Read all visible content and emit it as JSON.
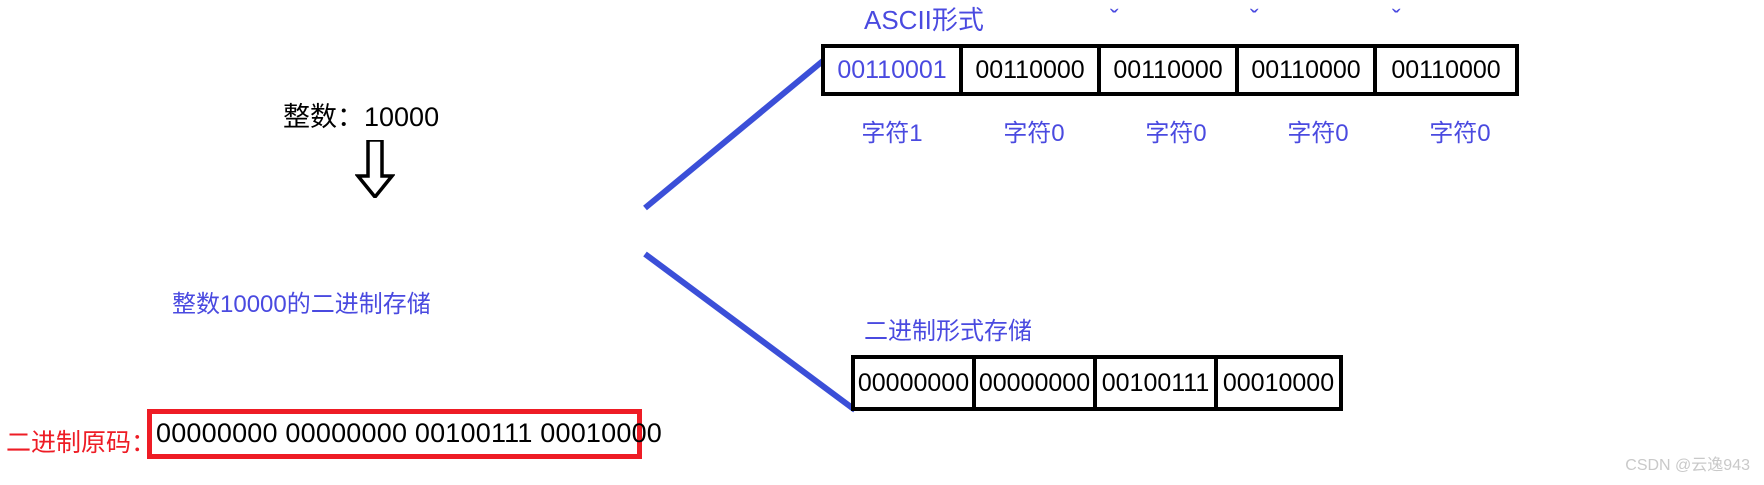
{
  "diagram": {
    "title_int": "整数：10000",
    "binary_label": "二进制原码：",
    "binary_value": "00000000 00000000 00100111 00010000",
    "storage_note": "整数10000的二进制存储",
    "arrow_icon": "down-arrow-icon"
  },
  "ascii_section": {
    "title": "ASCII形式",
    "cells": [
      "00110001",
      "00110000",
      "00110000",
      "00110000",
      "00110000"
    ],
    "captions": [
      "字符1",
      "字符0",
      "字符0",
      "字符0",
      "字符0"
    ],
    "tick_marks": [
      "ˇ",
      "ˇ",
      "ˇ"
    ],
    "accent_color": "#4a4ae0"
  },
  "binary_section": {
    "title": "二进制形式存储",
    "cells": [
      "00000000",
      "00000000",
      "00100111",
      "00010000"
    ]
  },
  "colors": {
    "red": "#ee1c25",
    "blue": "#4a4ae0",
    "black": "#000000"
  },
  "watermark": "CSDN @云逸943"
}
